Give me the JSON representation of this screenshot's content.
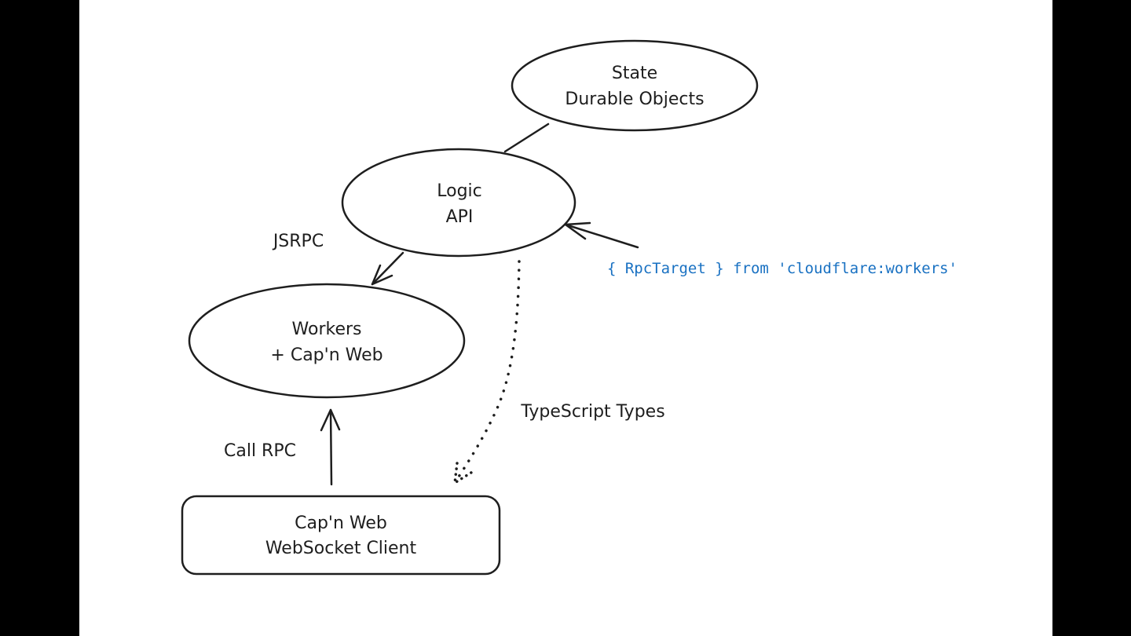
{
  "diagram": {
    "nodes": {
      "state": {
        "lines": [
          "State",
          "Durable Objects"
        ],
        "shape": "ellipse"
      },
      "logic": {
        "lines": [
          "Logic",
          "API"
        ],
        "shape": "ellipse"
      },
      "workers": {
        "lines": [
          "Workers",
          "+ Cap'n Web"
        ],
        "shape": "ellipse"
      },
      "client": {
        "lines": [
          "Cap'n Web",
          "WebSocket Client"
        ],
        "shape": "rounded-rectangle"
      }
    },
    "edges": [
      {
        "from": "logic",
        "to": "state",
        "style": "solid",
        "arrow": "none",
        "label": ""
      },
      {
        "from": "logic",
        "to": "workers",
        "style": "solid",
        "arrow": "end",
        "label": "JSRPC"
      },
      {
        "from": "client",
        "to": "workers",
        "style": "solid",
        "arrow": "end",
        "label": "Call RPC"
      },
      {
        "from": "logic",
        "to": "client",
        "style": "dotted",
        "arrow": "end",
        "label": "TypeScript Types"
      },
      {
        "from": "code-annotation",
        "to": "logic",
        "style": "solid",
        "arrow": "end",
        "label": "{ RpcTarget } from 'cloudflare:workers'"
      }
    ],
    "labels": {
      "jsrpc": "JSRPC",
      "call_rpc": "Call RPC",
      "typescript_types": "TypeScript Types",
      "rpc_target_code": "{ RpcTarget } from 'cloudflare:workers'"
    },
    "colors": {
      "background": "#ffffff",
      "letterbox": "#000000",
      "stroke": "#1e1e1e",
      "code": "#1971c2"
    }
  }
}
